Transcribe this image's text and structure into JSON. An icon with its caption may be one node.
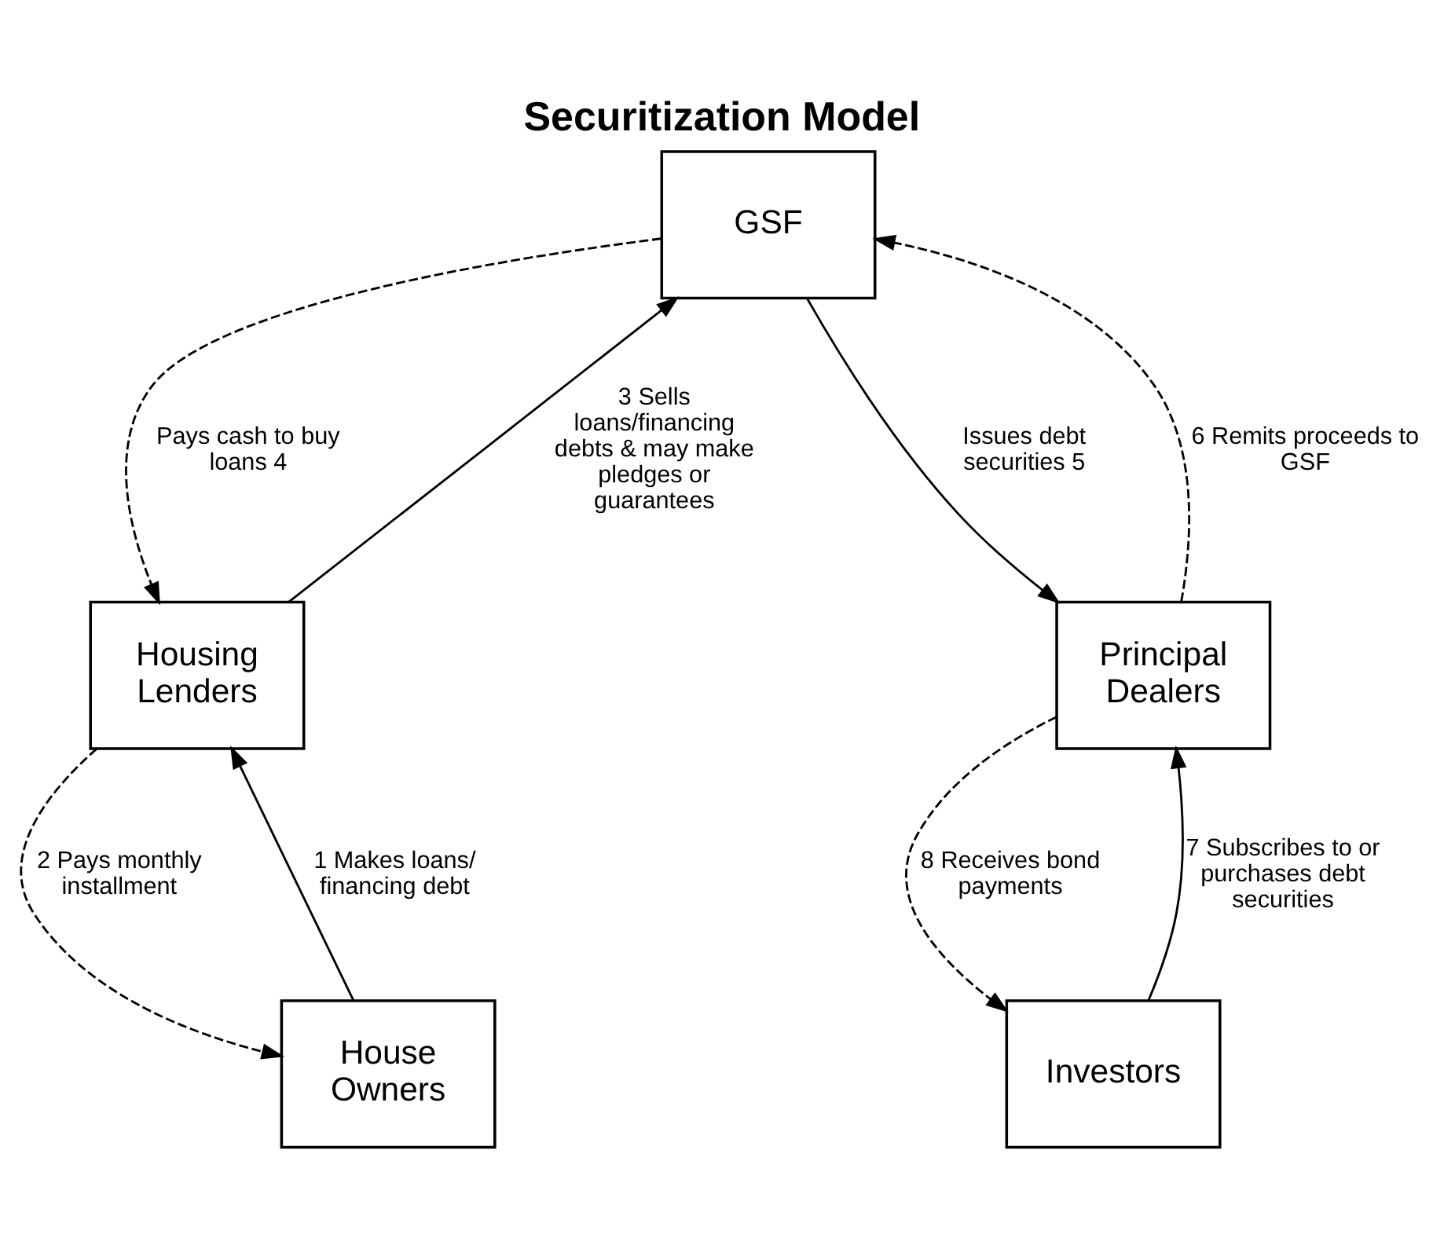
{
  "diagram": {
    "title": "Securitization Model",
    "nodes": [
      {
        "text": [
          "GSF"
        ]
      },
      {
        "text": [
          "Housing Lenders"
        ]
      },
      {
        "text": [
          "Principal Dealers"
        ]
      },
      {
        "text": [
          "House Owners"
        ]
      },
      {
        "text": [
          "Investors"
        ]
      }
    ],
    "edges": [
      {
        "from": 1,
        "to": 0,
        "arrow": "to",
        "label": "3 Sells loans/financing debts & may make pledges or guarantees"
      },
      {
        "from": 0,
        "to": 1,
        "arrow": "to",
        "style": "dashed",
        "label": "Pays cash to buy loans 4"
      },
      {
        "from": 0,
        "to": 2,
        "arrow": "to",
        "label": "Issues debt securities 5"
      },
      {
        "from": 2,
        "to": 0,
        "arrow": "to",
        "style": "dashed",
        "label": "6 Remits proceeds to GSF"
      },
      {
        "from": 3,
        "to": 1,
        "arrow": "to",
        "label": "1 Makes loans/ financing debt"
      },
      {
        "from": 1,
        "to": 3,
        "arrow": "to",
        "style": "dashed",
        "label": "2 Pays monthly installment"
      },
      {
        "from": 4,
        "to": 2,
        "arrow": "to",
        "label": "7 Subscribes to or purchases debt securities"
      },
      {
        "from": 2,
        "to": 4,
        "arrow": "to",
        "style": "dashed",
        "label": "8 Receives bond payments"
      }
    ]
  }
}
